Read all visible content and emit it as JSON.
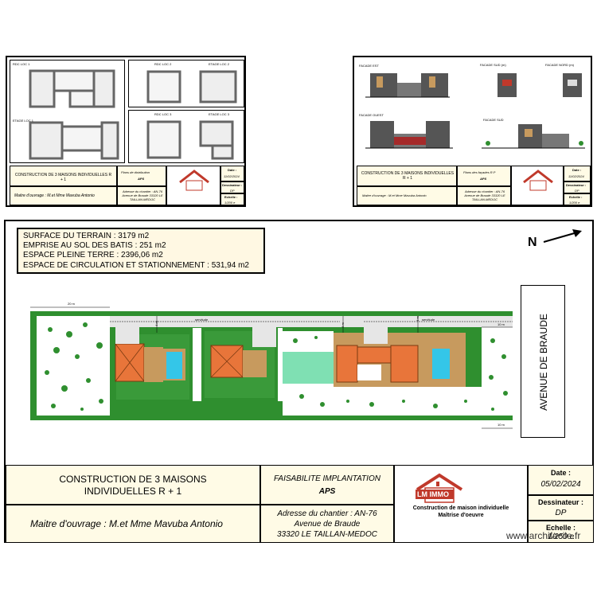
{
  "thumbnails": [
    {
      "labels": [
        "RDC LOC 1",
        "RDC LOC 2",
        "ETAGE LOC 2",
        "RDC LOC 3",
        "ETAGE LOC 3",
        "ETAGE LOC 1"
      ],
      "title_block": {
        "project": "CONSTRUCTION DE 3 MAISONS INDIVIDUELLES R + 1",
        "plan": "Plans de distribution",
        "phase": "APS",
        "owner": "Maitre d'ouvrage : M.et Mme Mavuba Antonio",
        "address": "Adresse du chantier : AN-76 Avenue de Braude 33320 LE TAILLAN-MEDOC",
        "date_label": "Date :",
        "date": "11/02/2024",
        "drafter_label": "Dessinateur :",
        "drafter": "DP",
        "scale_label": "Echelle :",
        "scale": "1/200 e"
      }
    },
    {
      "labels": [
        "FACADE EST",
        "FACADE SUD (m)",
        "FACADE NORD (m)",
        "FACADE OUEST",
        "FACADE SUD"
      ],
      "title_block": {
        "project": "CONSTRUCTION DE 3 MAISONS INDIVIDUELLES R + 1",
        "plan": "Plans des façades R.P",
        "phase": "APS",
        "owner": "Maitre d'ouvrage : M.et Mme Mavuba Antonio",
        "address": "Adresse du chantier : AN-76 Avenue de Braude 33320 LE TAILLAN-MEDOC",
        "date_label": "Date :",
        "date": "11/02/2024",
        "drafter_label": "Dessinateur :",
        "drafter": "DP",
        "scale_label": "Echelle :",
        "scale": "1/200 e"
      }
    }
  ],
  "site_info": [
    "SURFACE DU TERRAIN : 3179 m2",
    "EMPRISE AU SOL DES BATIS : 251 m2",
    "ESPACE PLEINE TERRE : 2396,06 m2",
    "ESPACE DE CIRCULATION ET STATIONNEMENT : 531,94 m2"
  ],
  "north_label": "N",
  "street_label": "AVENUE DE BRAUDE",
  "plan_labels": {
    "servitude_1": "servitude",
    "servitude_2": "servitude",
    "dim_top_left": "20 m",
    "dim_right_top": "10 m",
    "dim_right_bottom": "10 m",
    "dim_v1": "4 m",
    "dim_v2": "4 m",
    "dim_v3": "4 m"
  },
  "title_block": {
    "project_line1": "CONSTRUCTION DE 3 MAISONS",
    "project_line2": "INDIVIDUELLES R + 1",
    "plan_title": "FAISABILITE IMPLANTATION",
    "phase": "APS",
    "owner": "Maitre d'ouvrage : M.et Mme Mavuba Antonio",
    "address_line1": "Adresse du chantier : AN-76",
    "address_line2": "Avenue de Braude",
    "address_line3": "33320 LE TAILLAN-MEDOC",
    "logo_text": "LM IMMO",
    "company_line1": "Construction de maison individuelle",
    "company_line2": "Maîtrise d'oeuvre",
    "date_label": "Date :",
    "date": "05/02/2024",
    "drafter_label": "Dessinateur :",
    "drafter": "DP",
    "scale_label": "Echelle :",
    "scale": "1/250 e"
  },
  "watermark": "www.archifacile.fr",
  "colors": {
    "lawn": "#2f8f2f",
    "roof": "#e8753a",
    "terrace": "#c79a5e",
    "pool": "#34c6e8",
    "lawn_light": "#7fe0b3",
    "title_bg": "#fffbe6",
    "logo_red": "#c0392b"
  }
}
